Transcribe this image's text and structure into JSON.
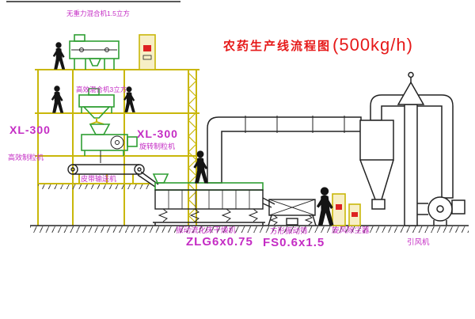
{
  "diagram": {
    "title": "农药生产线流程图",
    "capacity": "(500kg/h)",
    "labels": {
      "no_gravity_mixer": "无重力混合机1.5立方",
      "high_efficiency_mixer": "高效混合机3立方",
      "granulator_left_model": "XL-300",
      "granulator_left_name": "高效制粒机",
      "granulator_mid_model": "XL-300",
      "granulator_mid_name": "旋转制粒机",
      "belt_conveyor": "皮带输送机",
      "dryer_name": "振动流化床干燥机",
      "dryer_model": "ZLG6x0.75",
      "sieve_name": "方形振动筛",
      "sieve_model": "FS0.6x1.5",
      "cyclone_name": "旋风除尘器",
      "fan_name": "引风机"
    },
    "colors": {
      "structure_yellow": "#c9b70a",
      "equipment_green": "#2f9e33",
      "label_magenta": "#c42cc4",
      "title_red": "#e61919",
      "line_black": "#222222",
      "cabinet_fill": "#f7efc6",
      "indicator_red": "#dd2222"
    }
  }
}
